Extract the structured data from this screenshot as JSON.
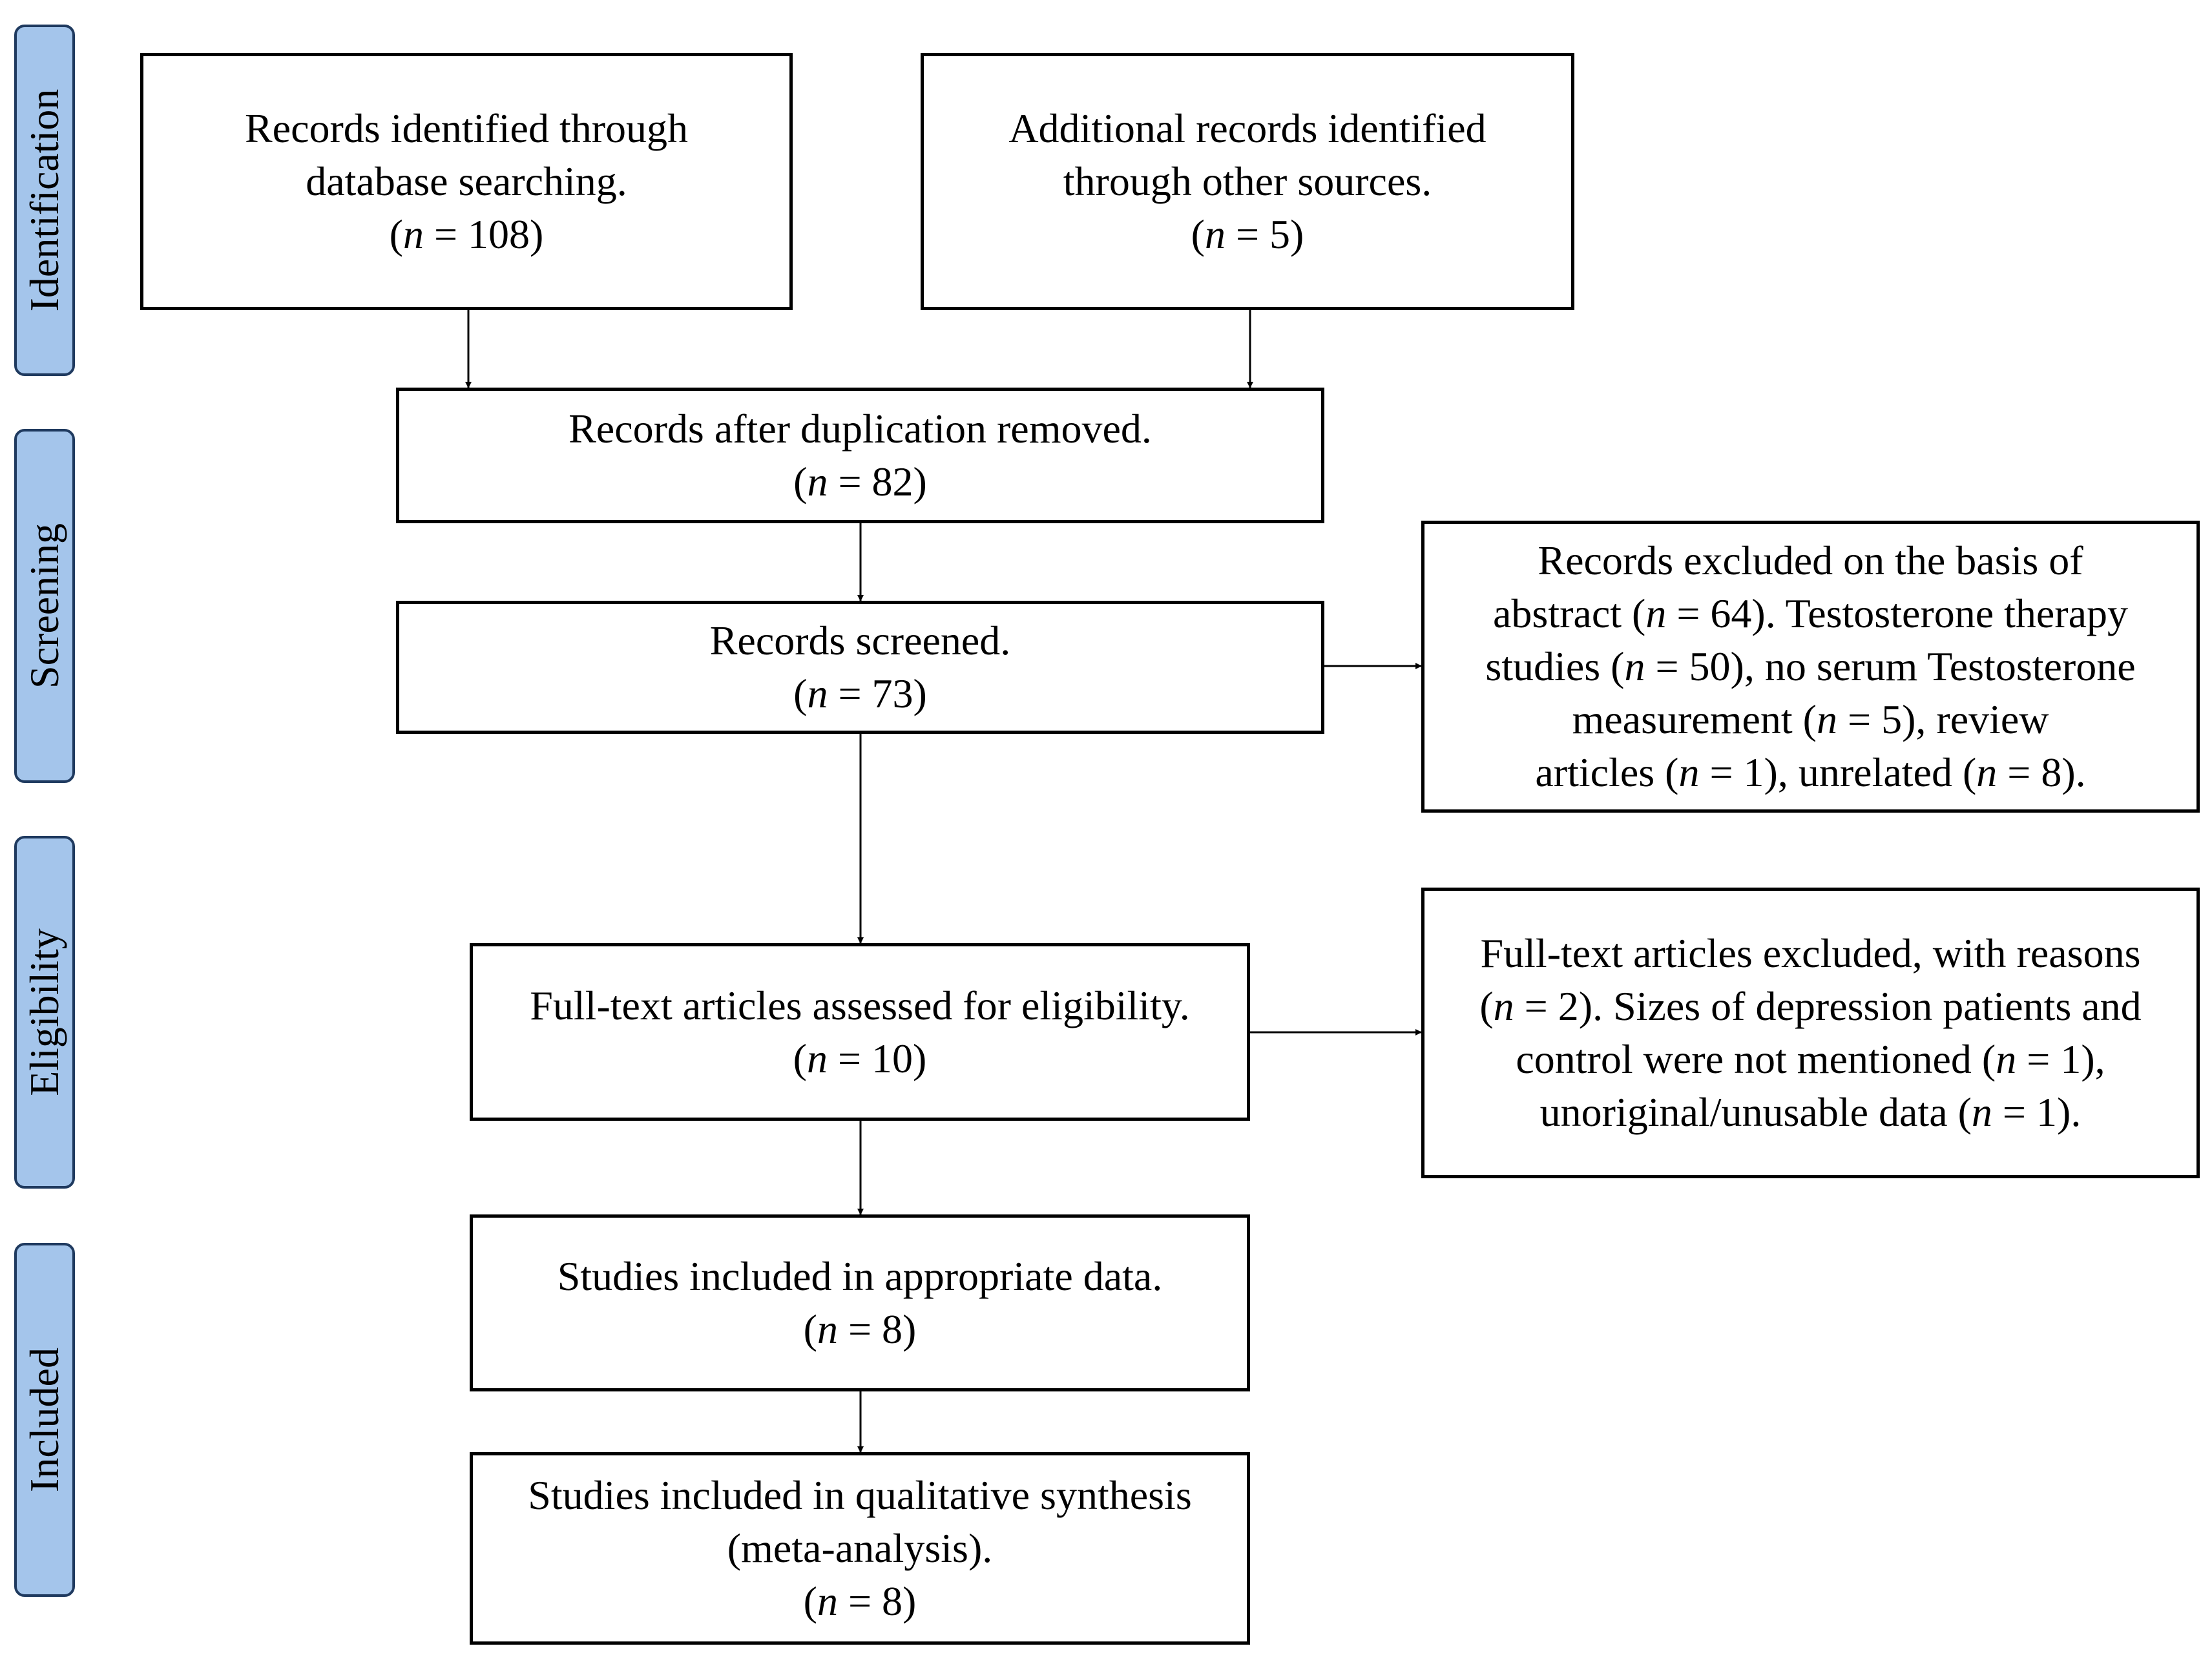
{
  "stages": [
    {
      "id": "identification",
      "label": "Identification"
    },
    {
      "id": "screening",
      "label": "Screening"
    },
    {
      "id": "eligibility",
      "label": "Eligibility"
    },
    {
      "id": "included",
      "label": "Included"
    }
  ],
  "boxes": {
    "database": {
      "lines": [
        "Records identified through",
        "database searching."
      ],
      "count": "108"
    },
    "other": {
      "lines": [
        "Additional records identified",
        "through other sources."
      ],
      "count": "5"
    },
    "dedup": {
      "lines": [
        "Records after duplication removed."
      ],
      "count": "82"
    },
    "screened": {
      "lines": [
        "Records screened."
      ],
      "count": "73"
    },
    "excluded_abstract": {
      "line1": "Records excluded on the basis of",
      "l2a": "abstract (",
      "l2b": " = 64). Testosterone therapy",
      "l3a": "studies (",
      "l3b": " = 50), no serum Testosterone",
      "l4a": "measurement (",
      "l4b": " = 5), review",
      "l5a": "articles (",
      "l5b": " = 1), unrelated (",
      "l5c": " = 8)."
    },
    "fulltext": {
      "lines": [
        "Full-text articles assessed for eligibility."
      ],
      "count": "10"
    },
    "excluded_fulltext": {
      "line1": "Full-text articles excluded, with reasons",
      "l2a": "(",
      "l2b": " = 2). Sizes of depression patients and",
      "l3a": "control were not mentioned (",
      "l3b": " = 1),",
      "l4a": "unoriginal/unusable data (",
      "l4b": " = 1)."
    },
    "appropriate": {
      "lines": [
        "Studies included in appropriate data."
      ],
      "count": "8"
    },
    "qualitative": {
      "lines": [
        "Studies included in qualitative synthesis",
        "(meta-analysis)."
      ],
      "count": "8"
    }
  },
  "n_symbol": "n",
  "count_open": "(",
  "count_mid": " = ",
  "count_close": ")",
  "colors": {
    "stage_fill": "#a4c5eb",
    "stage_border": "#1f3a5f",
    "box_border": "#000000",
    "connector": "#000000"
  }
}
